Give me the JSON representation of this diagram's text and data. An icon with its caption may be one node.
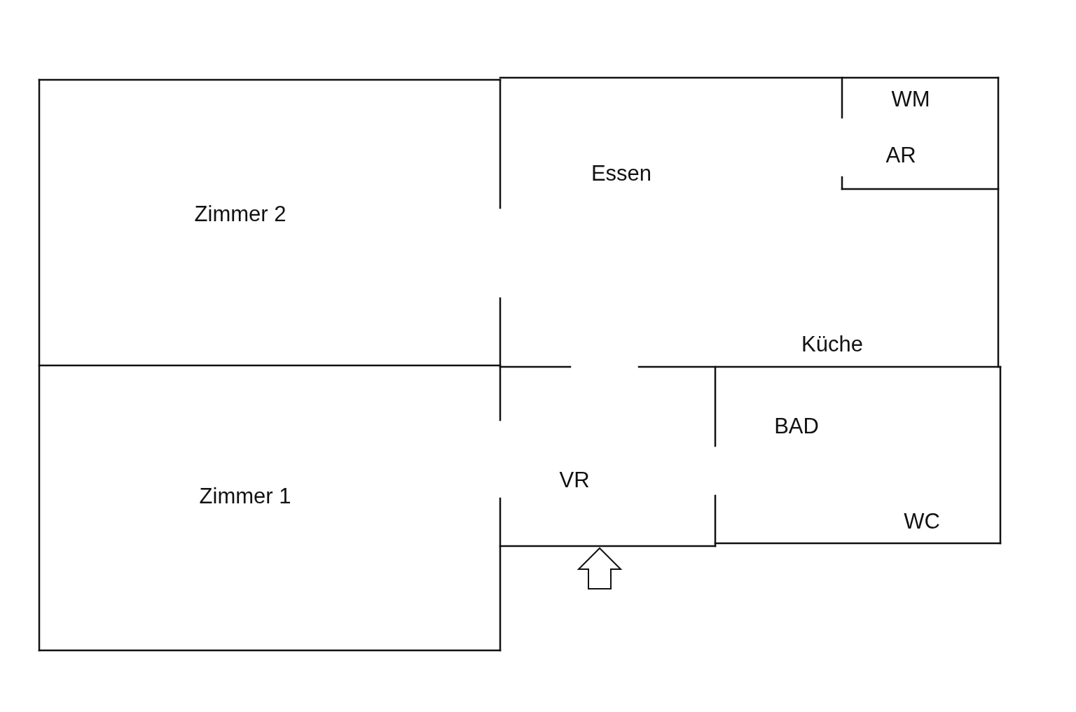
{
  "diagram": {
    "nodes": [
      {
        "text": [
          "Zimmer 2"
        ]
      },
      {
        "text": [
          "Essen",
          "Küche"
        ]
      },
      {
        "text": [
          "WM",
          "AR"
        ]
      },
      {
        "text": [
          "Zimmer 1"
        ]
      },
      {
        "text": [
          "VR"
        ]
      },
      {
        "text": [
          "BAD",
          "WC"
        ]
      }
    ]
  }
}
